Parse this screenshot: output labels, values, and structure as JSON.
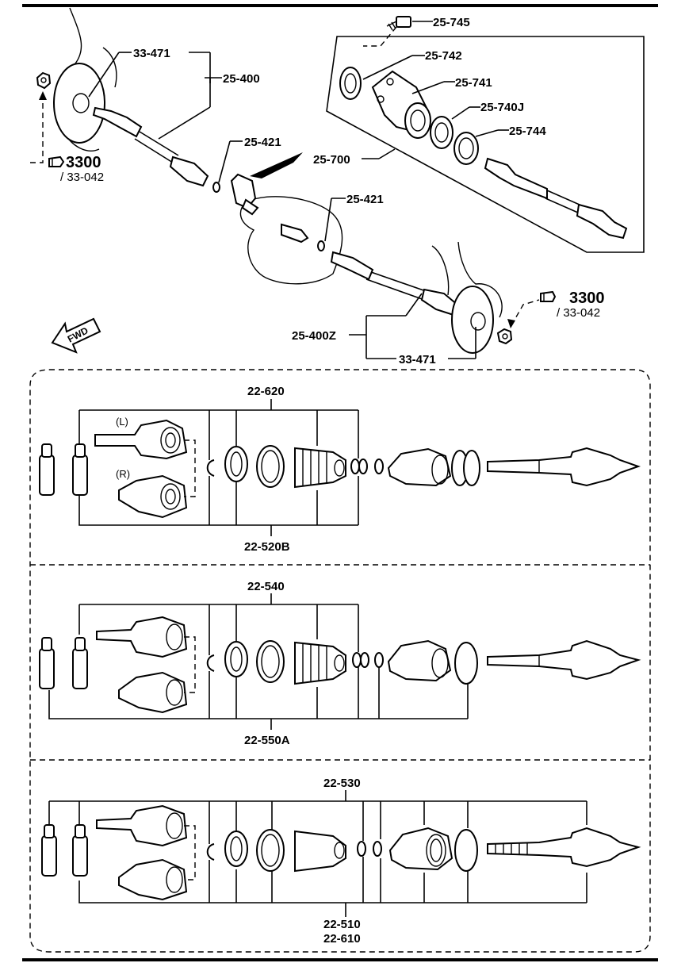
{
  "top_diagram": {
    "labels": {
      "p25745": "25-745",
      "p25742": "25-742",
      "p25741": "25-741",
      "p25740J": "25-740J",
      "p25744": "25-744",
      "p25700": "25-700",
      "p33471a": "33-471",
      "p25400": "25-400",
      "p25421a": "25-421",
      "p25421b": "25-421",
      "p25400Z": "25-400Z",
      "p33471b": "33-471",
      "ref_left_main": "3300",
      "ref_left_sub": "/ 33-042",
      "ref_right_main": "3300",
      "ref_right_sub": "/ 33-042",
      "fwd": "FWD"
    }
  },
  "kit_panels": [
    {
      "top_label": "22-620",
      "bottom_label": "22-520B",
      "left_label": "(L)",
      "right_label": "(R)"
    },
    {
      "top_label": "22-540",
      "bottom_label": "22-550A"
    },
    {
      "top_label": "22-530",
      "bottom_label_1": "22-510",
      "bottom_label_2": "22-610"
    }
  ]
}
